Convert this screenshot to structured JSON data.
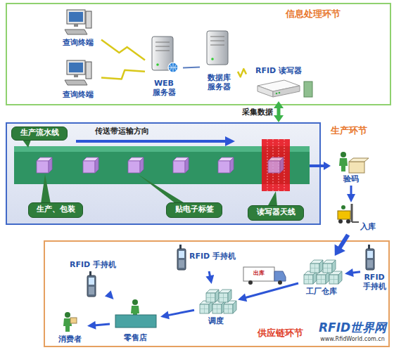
{
  "diagram": {
    "nodes": [
      {
        "text": [
          "信息处理环节"
        ]
      },
      {
        "text": [
          "查询终端"
        ],
        "in": 0
      },
      {
        "text": [
          "查询终端"
        ],
        "in": 0
      },
      {
        "text": [
          "WEB 服务器"
        ],
        "in": 0
      },
      {
        "text": [
          "数据库 服务器"
        ],
        "in": 0
      },
      {
        "text": [
          "RFID 读写器"
        ],
        "in": 0
      },
      {
        "text": [
          "生产环节"
        ]
      },
      {
        "text": [
          "生产流水线"
        ],
        "in": 6
      },
      {
        "text": [
          "生产、包装"
        ],
        "in": 6
      },
      {
        "text": [
          "贴电子标签"
        ],
        "in": 6
      },
      {
        "text": [
          "读写器天线"
        ],
        "in": 6
      },
      {
        "text": [
          "验码"
        ]
      },
      {
        "text": [
          "入库"
        ]
      },
      {
        "text": [
          "供应链环节"
        ]
      },
      {
        "text": [
          "RFID 手持机"
        ],
        "in": 13
      },
      {
        "text": [
          "RFID 手持机"
        ],
        "in": 13
      },
      {
        "text": [
          "RFID 手持机"
        ],
        "in": 13
      },
      {
        "text": [
          "工厂仓库"
        ],
        "in": 13
      },
      {
        "text": [
          "调度"
        ],
        "in": 13
      },
      {
        "text": [
          "零售店"
        ],
        "in": 13
      },
      {
        "text": [
          "消费者"
        ],
        "in": 13
      }
    ],
    "edges": [
      {
        "from": 1,
        "to": 3,
        "arrow": "none"
      },
      {
        "from": 2,
        "to": 3,
        "arrow": "none"
      },
      {
        "from": 3,
        "to": 4,
        "arrow": "none"
      },
      {
        "from": 4,
        "to": 5,
        "arrow": "none"
      },
      {
        "from": 5,
        "to": 6,
        "label": "采集数据",
        "arrow": "both"
      },
      {
        "from": 11,
        "to": 12,
        "arrow": "to"
      },
      {
        "from": 12,
        "to": 17,
        "arrow": "to"
      },
      {
        "from": 16,
        "to": 17,
        "arrow": "to"
      },
      {
        "from": 17,
        "to": 18,
        "arrow": "to"
      },
      {
        "from": 15,
        "to": 18,
        "arrow": "to"
      },
      {
        "from": 18,
        "to": 19,
        "arrow": "to"
      },
      {
        "from": 14,
        "to": 19,
        "arrow": "to"
      },
      {
        "from": 19,
        "to": 20,
        "arrow": "to"
      }
    ],
    "labels": [
      "传送带运输方向",
      "出库",
      "RFID世界网",
      "www.RfidWorld.com.cn"
    ]
  }
}
